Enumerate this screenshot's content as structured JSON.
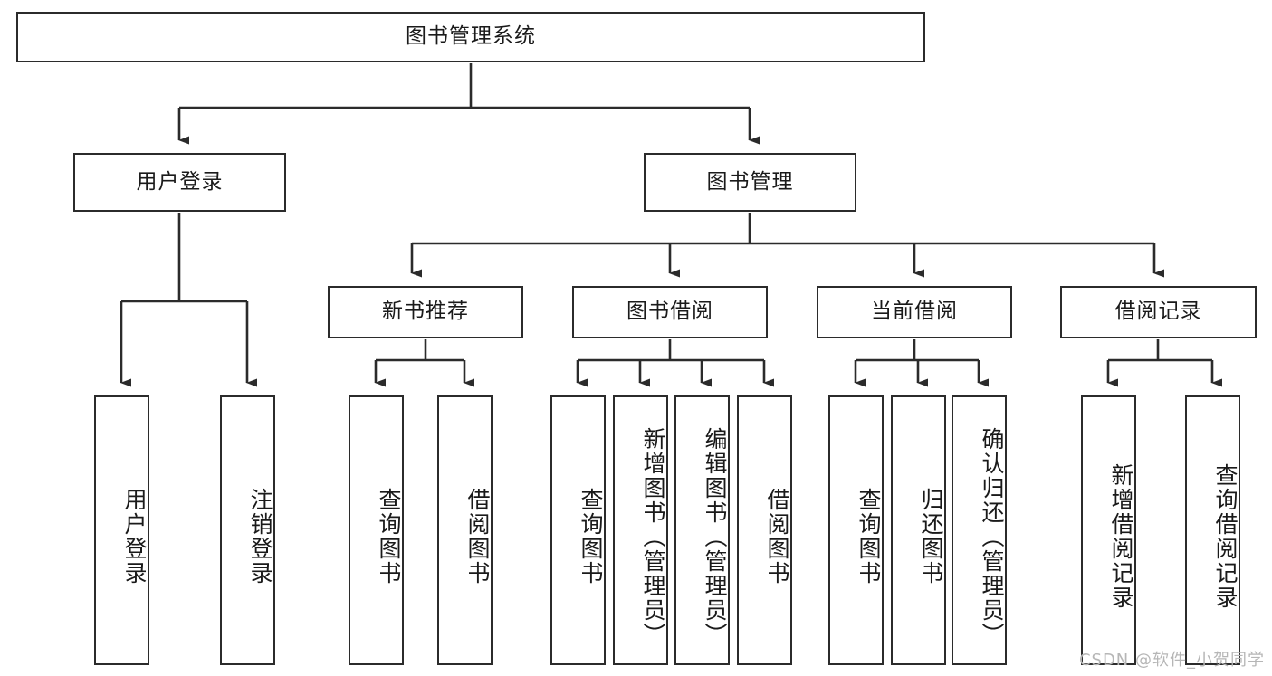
{
  "diagram": {
    "title": "图书管理系统",
    "type": "tree-functional-structure",
    "watermark": "CSDN @软件_小贺同学",
    "colors": {
      "border": "#2b2b2b",
      "background": "#ffffff",
      "text": "#1a1a1a",
      "edge": "#2b2b2b",
      "watermark": "#b6b6b6"
    },
    "root": {
      "label": "图书管理系统"
    },
    "level2": [
      {
        "label": "用户登录"
      },
      {
        "label": "图书管理"
      }
    ],
    "level3": [
      {
        "label": "新书推荐"
      },
      {
        "label": "图书借阅"
      },
      {
        "label": "当前借阅"
      },
      {
        "label": "借阅记录"
      }
    ],
    "leaves": {
      "user_login": [
        {
          "label": "用户登录"
        },
        {
          "label": "注销登录"
        }
      ],
      "new_book": [
        {
          "label": "查询图书"
        },
        {
          "label": "借阅图书"
        }
      ],
      "book_borrow": [
        {
          "label": "查询图书"
        },
        {
          "label": "新增图书（管理员）"
        },
        {
          "label": "编辑图书（管理员）"
        },
        {
          "label": "借阅图书"
        }
      ],
      "current_borrow": [
        {
          "label": "查询图书"
        },
        {
          "label": "归还图书"
        },
        {
          "label": "确认归还（管理员）"
        }
      ],
      "borrow_record": [
        {
          "label": "新增借阅记录"
        },
        {
          "label": "查询借阅记录"
        }
      ]
    }
  }
}
